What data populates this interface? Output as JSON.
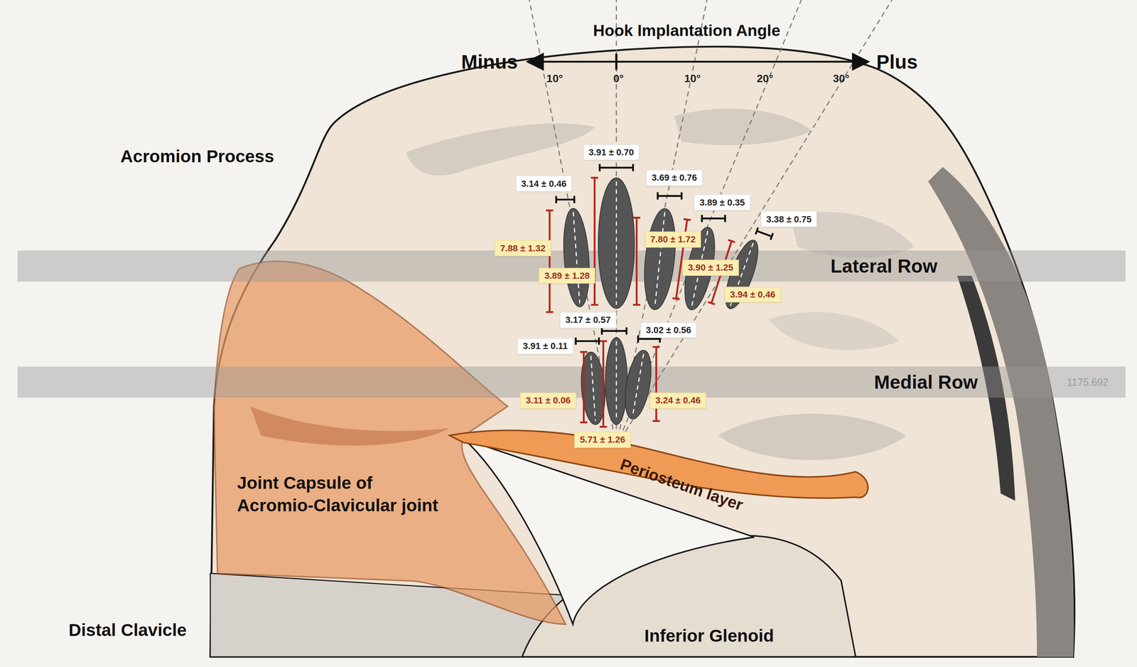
{
  "diagram": {
    "nodes": [
      {
        "text": [
          "3.91 ± 0.70"
        ]
      },
      {
        "text": [
          "3.14 ± 0.46"
        ]
      },
      {
        "text": [
          "3.69 ± 0.76"
        ]
      },
      {
        "text": [
          "3.89 ± 0.35"
        ]
      },
      {
        "text": [
          "3.38 ± 0.75"
        ]
      },
      {
        "text": [
          "7.88 ± 1.32"
        ]
      },
      {
        "text": [
          "7.80 ± 1.72"
        ]
      },
      {
        "text": [
          "Lateral Row"
        ]
      },
      {
        "text": [
          "3.89 ± 1.28"
        ]
      },
      {
        "text": [
          "3.90 ± 1.25"
        ]
      },
      {
        "text": [
          "3.94 ± 0.46"
        ]
      },
      {
        "text": [
          "3.17 ± 0.57"
        ]
      },
      {
        "text": [
          "3.02 ± 0.56"
        ]
      },
      {
        "text": [
          "3.91 ± 0.11"
        ]
      },
      {
        "text": [
          "Medial Row"
        ]
      },
      {
        "text": [
          "3.11 ± 0.06"
        ]
      },
      {
        "text": [
          "3.24 ± 0.46"
        ]
      },
      {
        "text": [
          "5.71 ± 1.26"
        ]
      },
      {
        "text": [
          "Joint Capsule of Acromio-Clavicular joint"
        ]
      },
      {
        "text": [
          "Periosteum layer"
        ]
      }
    ],
    "labels": [
      "Hook Implantation Angle",
      "Minus",
      "Plus",
      "10°",
      "0°",
      "10°",
      "20°",
      "30°",
      "Acromion Process",
      "Distal Clavicle",
      "Inferior Glenoid",
      "1175.692"
    ]
  }
}
